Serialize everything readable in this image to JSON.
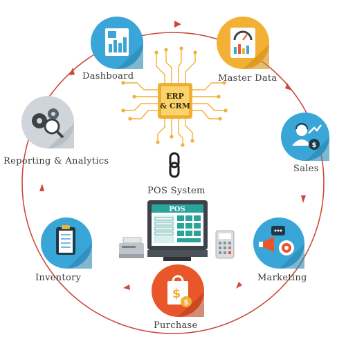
{
  "center": {
    "chip_line1": "ERP",
    "chip_line2": "& CRM",
    "pos_label": "POS System",
    "pos_screen_text": "POS"
  },
  "nodes": [
    {
      "id": "dashboard",
      "label": "Dashboard",
      "icon": "bar-chart-board-icon",
      "color": "#3aa6d8"
    },
    {
      "id": "master-data",
      "label": "Master Data",
      "icon": "gauge-icon",
      "color": "#f2b035"
    },
    {
      "id": "sales",
      "label": "Sales",
      "icon": "sales-person-icon",
      "color": "#3aa6d8"
    },
    {
      "id": "marketing",
      "label": "Marketing",
      "icon": "megaphone-target-icon",
      "color": "#3aa6d8"
    },
    {
      "id": "purchase",
      "label": "Purchase",
      "icon": "shopping-bag-icon",
      "color": "#e8562a"
    },
    {
      "id": "inventory",
      "label": "Inventory",
      "icon": "clipboard-icon",
      "color": "#3aa6d8"
    },
    {
      "id": "reporting",
      "label": "Reporting & Analytics",
      "icon": "gears-magnifier-icon",
      "color": "#cfd5da"
    }
  ],
  "colors": {
    "cycle": "#cc4a3a",
    "chip": "#f2b035",
    "trace": "#f2b035",
    "pos_body": "#3b4248",
    "pos_screen": "#2aa39a"
  }
}
